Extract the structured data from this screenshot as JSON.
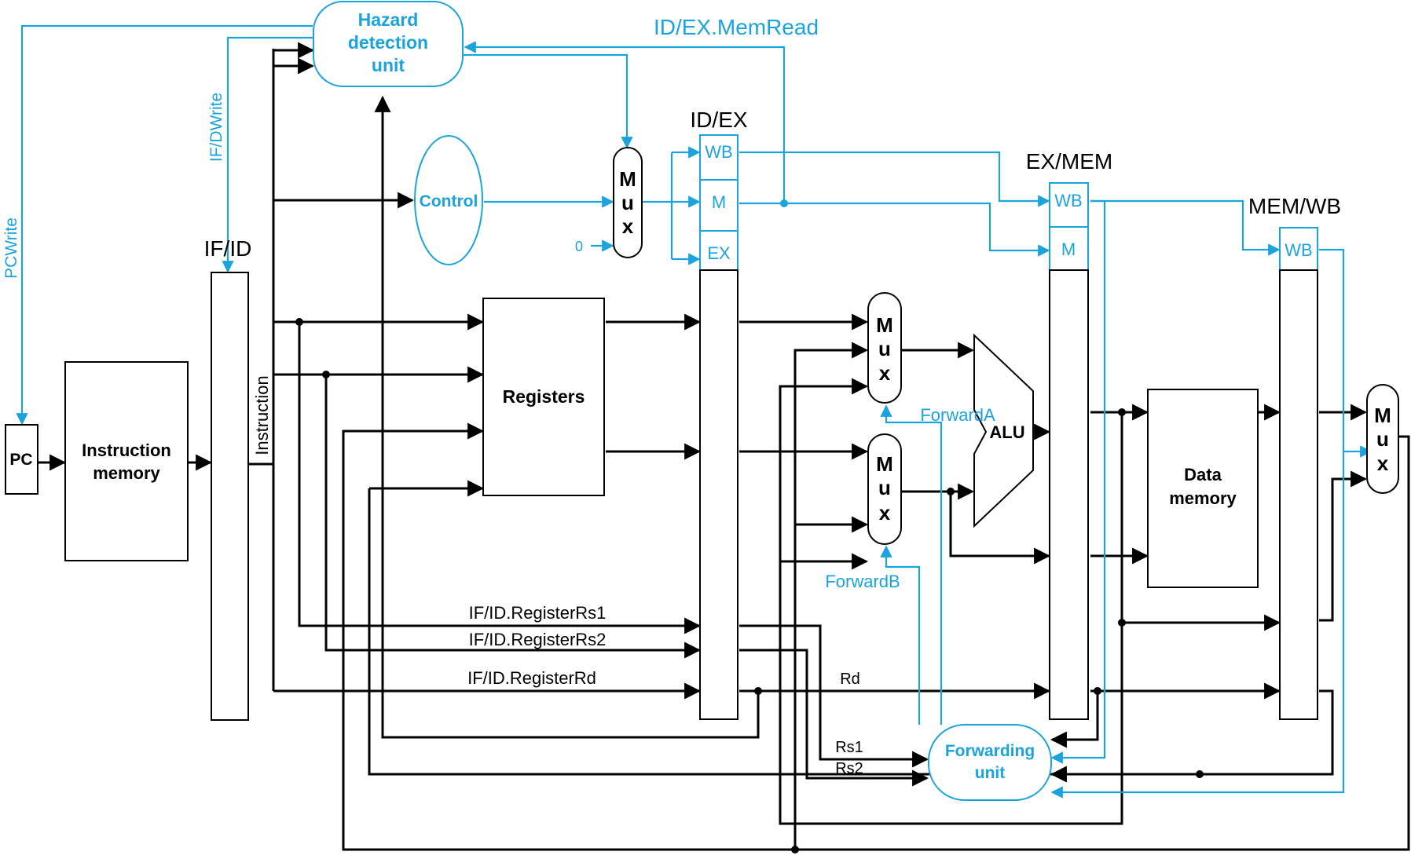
{
  "colors": {
    "control": "#1ba3dd",
    "datapath": "#000000"
  },
  "blocks": {
    "pc": "PC",
    "instruction_memory": [
      "Instruction",
      "memory"
    ],
    "registers": "Registers",
    "alu": "ALU",
    "data_memory": [
      "Data",
      "memory"
    ],
    "hazard_unit": [
      "Hazard",
      "detection",
      "unit"
    ],
    "control": "Control",
    "forwarding_unit": [
      "Forwarding",
      "unit"
    ],
    "mux_letters": [
      "M",
      "u",
      "x"
    ]
  },
  "pipeline_registers": {
    "if_id": "IF/ID",
    "id_ex": "ID/EX",
    "ex_mem": "EX/MEM",
    "mem_wb": "MEM/WB"
  },
  "fields": {
    "wb": "WB",
    "m": "M",
    "ex": "EX"
  },
  "signals": {
    "pc_write": "PCWrite",
    "if_d_write": "IF/DWrite",
    "id_ex_memread": "ID/EX.MemRead",
    "zero": "0",
    "instruction": "Instruction",
    "forward_a": "ForwardA",
    "forward_b": "ForwardB",
    "rs1_field": "IF/ID.RegisterRs1",
    "rs2_field": "IF/ID.RegisterRs2",
    "rd_field": "IF/ID.RegisterRd",
    "rd": "Rd",
    "rs1": "Rs1",
    "rs2": "Rs2"
  }
}
